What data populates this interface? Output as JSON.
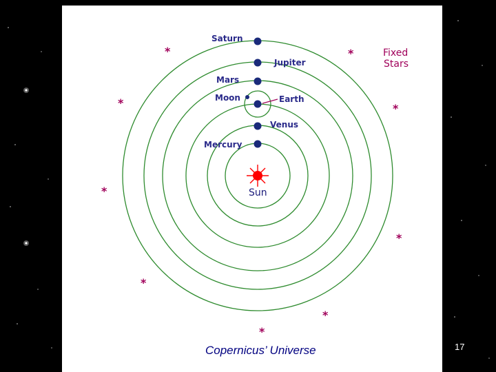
{
  "diagram": {
    "labels": {
      "saturn": "Saturn",
      "jupiter": "Jupiter",
      "mars": "Mars",
      "moon": "Moon",
      "earth": "Earth",
      "venus": "Venus",
      "mercury": "Mercury",
      "sun": "Sun",
      "fixed_stars_line1": "Fixed",
      "fixed_stars_line2": "Stars"
    },
    "star_symbol": "*",
    "colors": {
      "orbit": "#2e8b2e",
      "planet": "#1a2a7a",
      "sun": "#ff0000",
      "star": "#a0005a",
      "earth_pointer": "#a0005a"
    }
  },
  "caption": "Copernicus’ Universe",
  "slide_number": "17"
}
